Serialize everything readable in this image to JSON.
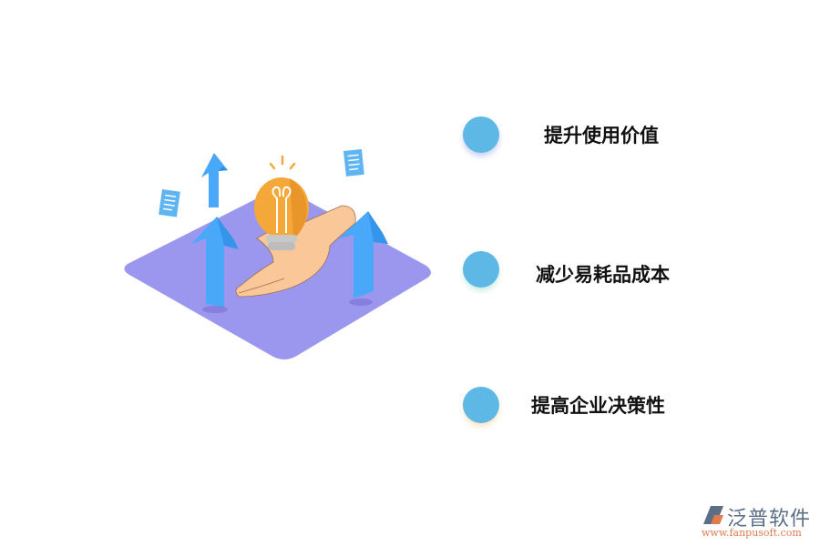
{
  "items": [
    {
      "label": "提升使用价值"
    },
    {
      "label": "减少易耗品成本"
    },
    {
      "label": "提高企业决策性"
    }
  ],
  "logo": {
    "name": "泛普软件",
    "url": "www.fanpusoft.com"
  },
  "colors": {
    "dot": "#5db8e6",
    "platform": "#9b97ef",
    "arrow": "#4aa8f8",
    "bulb": "#f5a83a",
    "hand": "#f9c798"
  }
}
